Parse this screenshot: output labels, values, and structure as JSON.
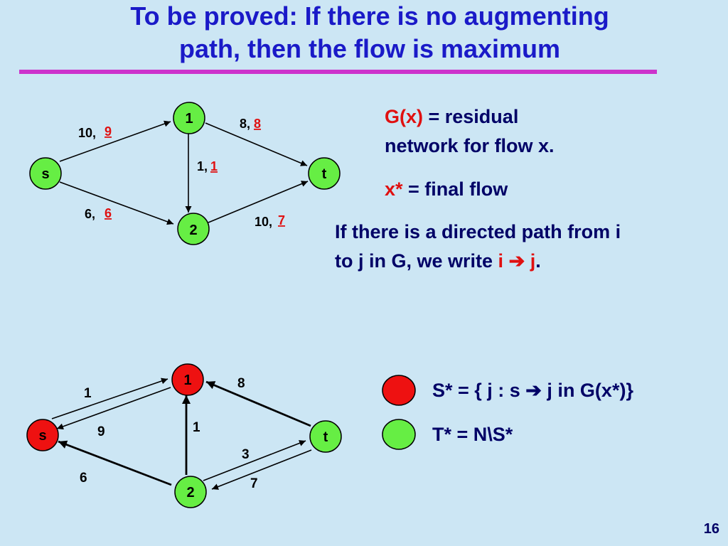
{
  "title": {
    "line1": "To be proved:   If there is no augmenting",
    "line2": "path, then the flow is maximum"
  },
  "graph1": {
    "nodes": {
      "s": "s",
      "n1": "1",
      "n2": "2",
      "t": "t"
    },
    "edges": {
      "s1": {
        "cap": "10,",
        "flow": "9"
      },
      "s2": {
        "cap": "6,",
        "flow": "6"
      },
      "a12": {
        "cap": "1,",
        "flow": "1"
      },
      "t1": {
        "cap": "8,",
        "flow": "8"
      },
      "t2": {
        "cap": "10,",
        "flow": "7"
      }
    }
  },
  "graph2": {
    "nodes": {
      "s": "s",
      "n1": "1",
      "n2": "2",
      "t": "t"
    },
    "residuals": {
      "s1": "1",
      "s1_back": "9",
      "n2s": "6",
      "n21": "1",
      "t1": "8",
      "n2t": "3",
      "tn2": "7"
    }
  },
  "definitions": {
    "gx_term": "G(x)",
    "gx_def_1": " = residual",
    "gx_def_2": "network for flow x.",
    "xstar_term": "x*",
    "xstar_def": " = final flow",
    "path_line1": "If there is a directed path from i",
    "path_line2": "to j in G, we write ",
    "path_i": "i",
    "path_arrow": "➔",
    "path_j": "j",
    "path_end": "."
  },
  "legend": {
    "sstar": "S* = { j : s ➔ j in G(x*)}",
    "tstar": "T* = N\\S*"
  },
  "page_number": "16",
  "colors": {
    "background": "#cce6f4",
    "title": "#1a1ac8",
    "rule": "#cc33cc",
    "node_green": "#66ee44",
    "node_red": "#ee1111",
    "accent_red": "#e01010"
  }
}
